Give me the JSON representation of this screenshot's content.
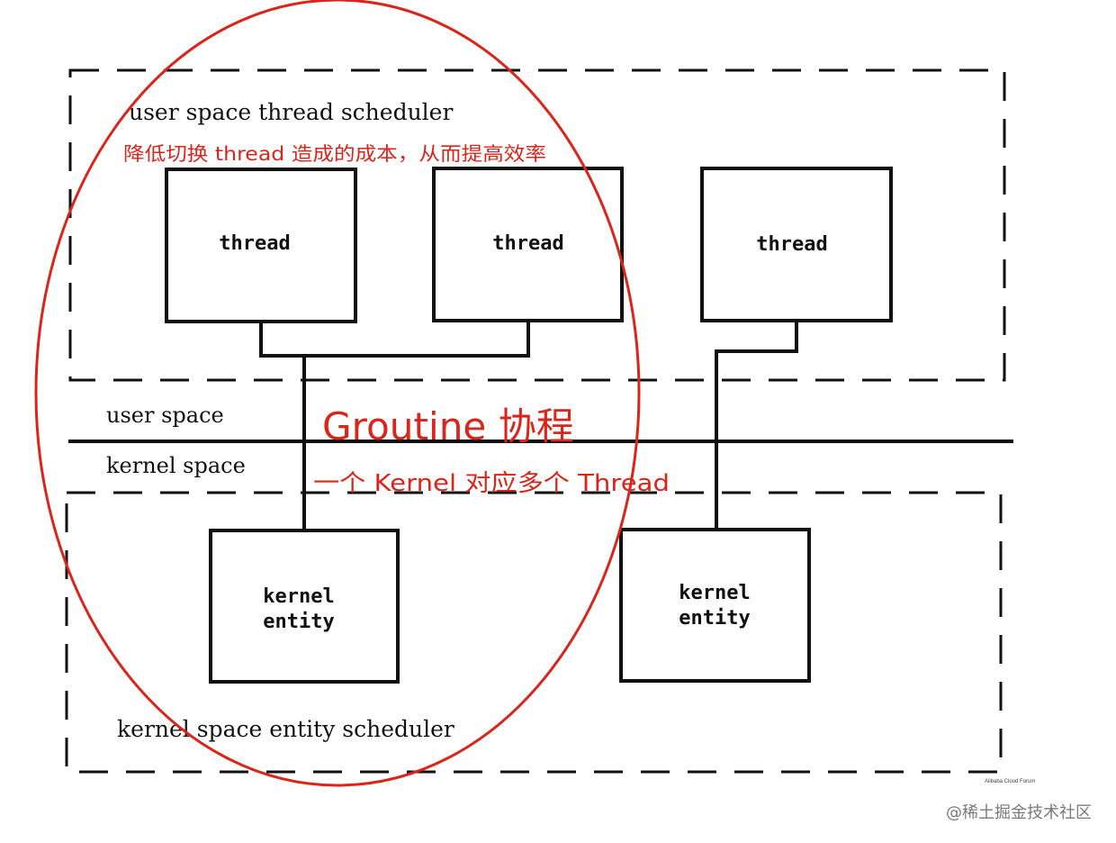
{
  "colors": {
    "ink": "#111111",
    "annotation_red": "#d9261c",
    "watermark_gray": "#7a7a7a"
  },
  "labels": {
    "user_scheduler": "user space thread scheduler",
    "user_space": "user space",
    "kernel_space": "kernel space",
    "kernel_scheduler": "kernel space entity scheduler"
  },
  "threads": [
    "thread",
    "thread",
    "thread"
  ],
  "kernel_entities": [
    {
      "line1": "kernel",
      "line2": "entity"
    },
    {
      "line1": "kernel",
      "line2": "entity"
    }
  ],
  "annotations": {
    "cost_note": "降低切换 thread 造成的成本，从而提高效率",
    "title": "Groutine 协程",
    "mapping": "一个 Kernel 对应多个 Thread"
  },
  "credits": {
    "source": "Alibaba Cloud Forum",
    "watermark": "@稀土掘金技术社区"
  }
}
